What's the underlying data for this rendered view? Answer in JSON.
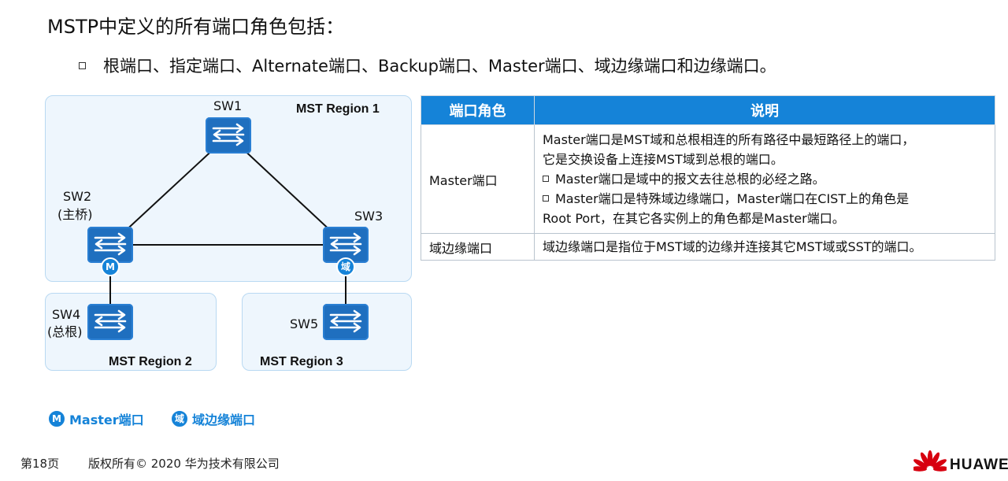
{
  "title": "MSTP中定义的所有端口角色包括：",
  "bullet": "根端口、指定端口、Alternate端口、Backup端口、Master端口、域边缘端口和边缘端口。",
  "diagram": {
    "regions": [
      {
        "label": "MST Region 1"
      },
      {
        "label": "MST Region 2"
      },
      {
        "label": "MST Region 3"
      }
    ],
    "switches": {
      "sw1": {
        "name": "SW1"
      },
      "sw2": {
        "name": "SW2",
        "note": "(主桥)"
      },
      "sw3": {
        "name": "SW3"
      },
      "sw4": {
        "name": "SW4",
        "note": "(总根)"
      },
      "sw5": {
        "name": "SW5"
      }
    },
    "badges": {
      "master": "M",
      "edge": "域"
    }
  },
  "table": {
    "headers": [
      "端口角色",
      "说明"
    ],
    "rows": [
      {
        "role": "Master端口",
        "lines": [
          "Master端口是MST域和总根相连的所有路径中最短路径上的端口，",
          "它是交换设备上连接MST域到总根的端口。"
        ],
        "bullets": [
          "Master端口是域中的报文去往总根的必经之路。",
          "Master端口是特殊域边缘端口，Master端口在CIST上的角色是",
          "Root Port，在其它各实例上的角色都是Master端口。"
        ]
      },
      {
        "role": "域边缘端口",
        "lines": [
          "域边缘端口是指位于MST域的边缘并连接其它MST域或SST的端口。"
        ],
        "bullets": []
      }
    ]
  },
  "legend": [
    {
      "badge": "M",
      "label": "Master端口"
    },
    {
      "badge": "域",
      "label": "域边缘端口"
    }
  ],
  "footer": {
    "page": "第18页",
    "copyright": "版权所有© 2020 华为技术有限公司",
    "brand": "HUAWEI"
  },
  "colors": {
    "accent": "#1583d8",
    "switch": "#1f6fbf",
    "region_fill": "#eef6fd"
  }
}
